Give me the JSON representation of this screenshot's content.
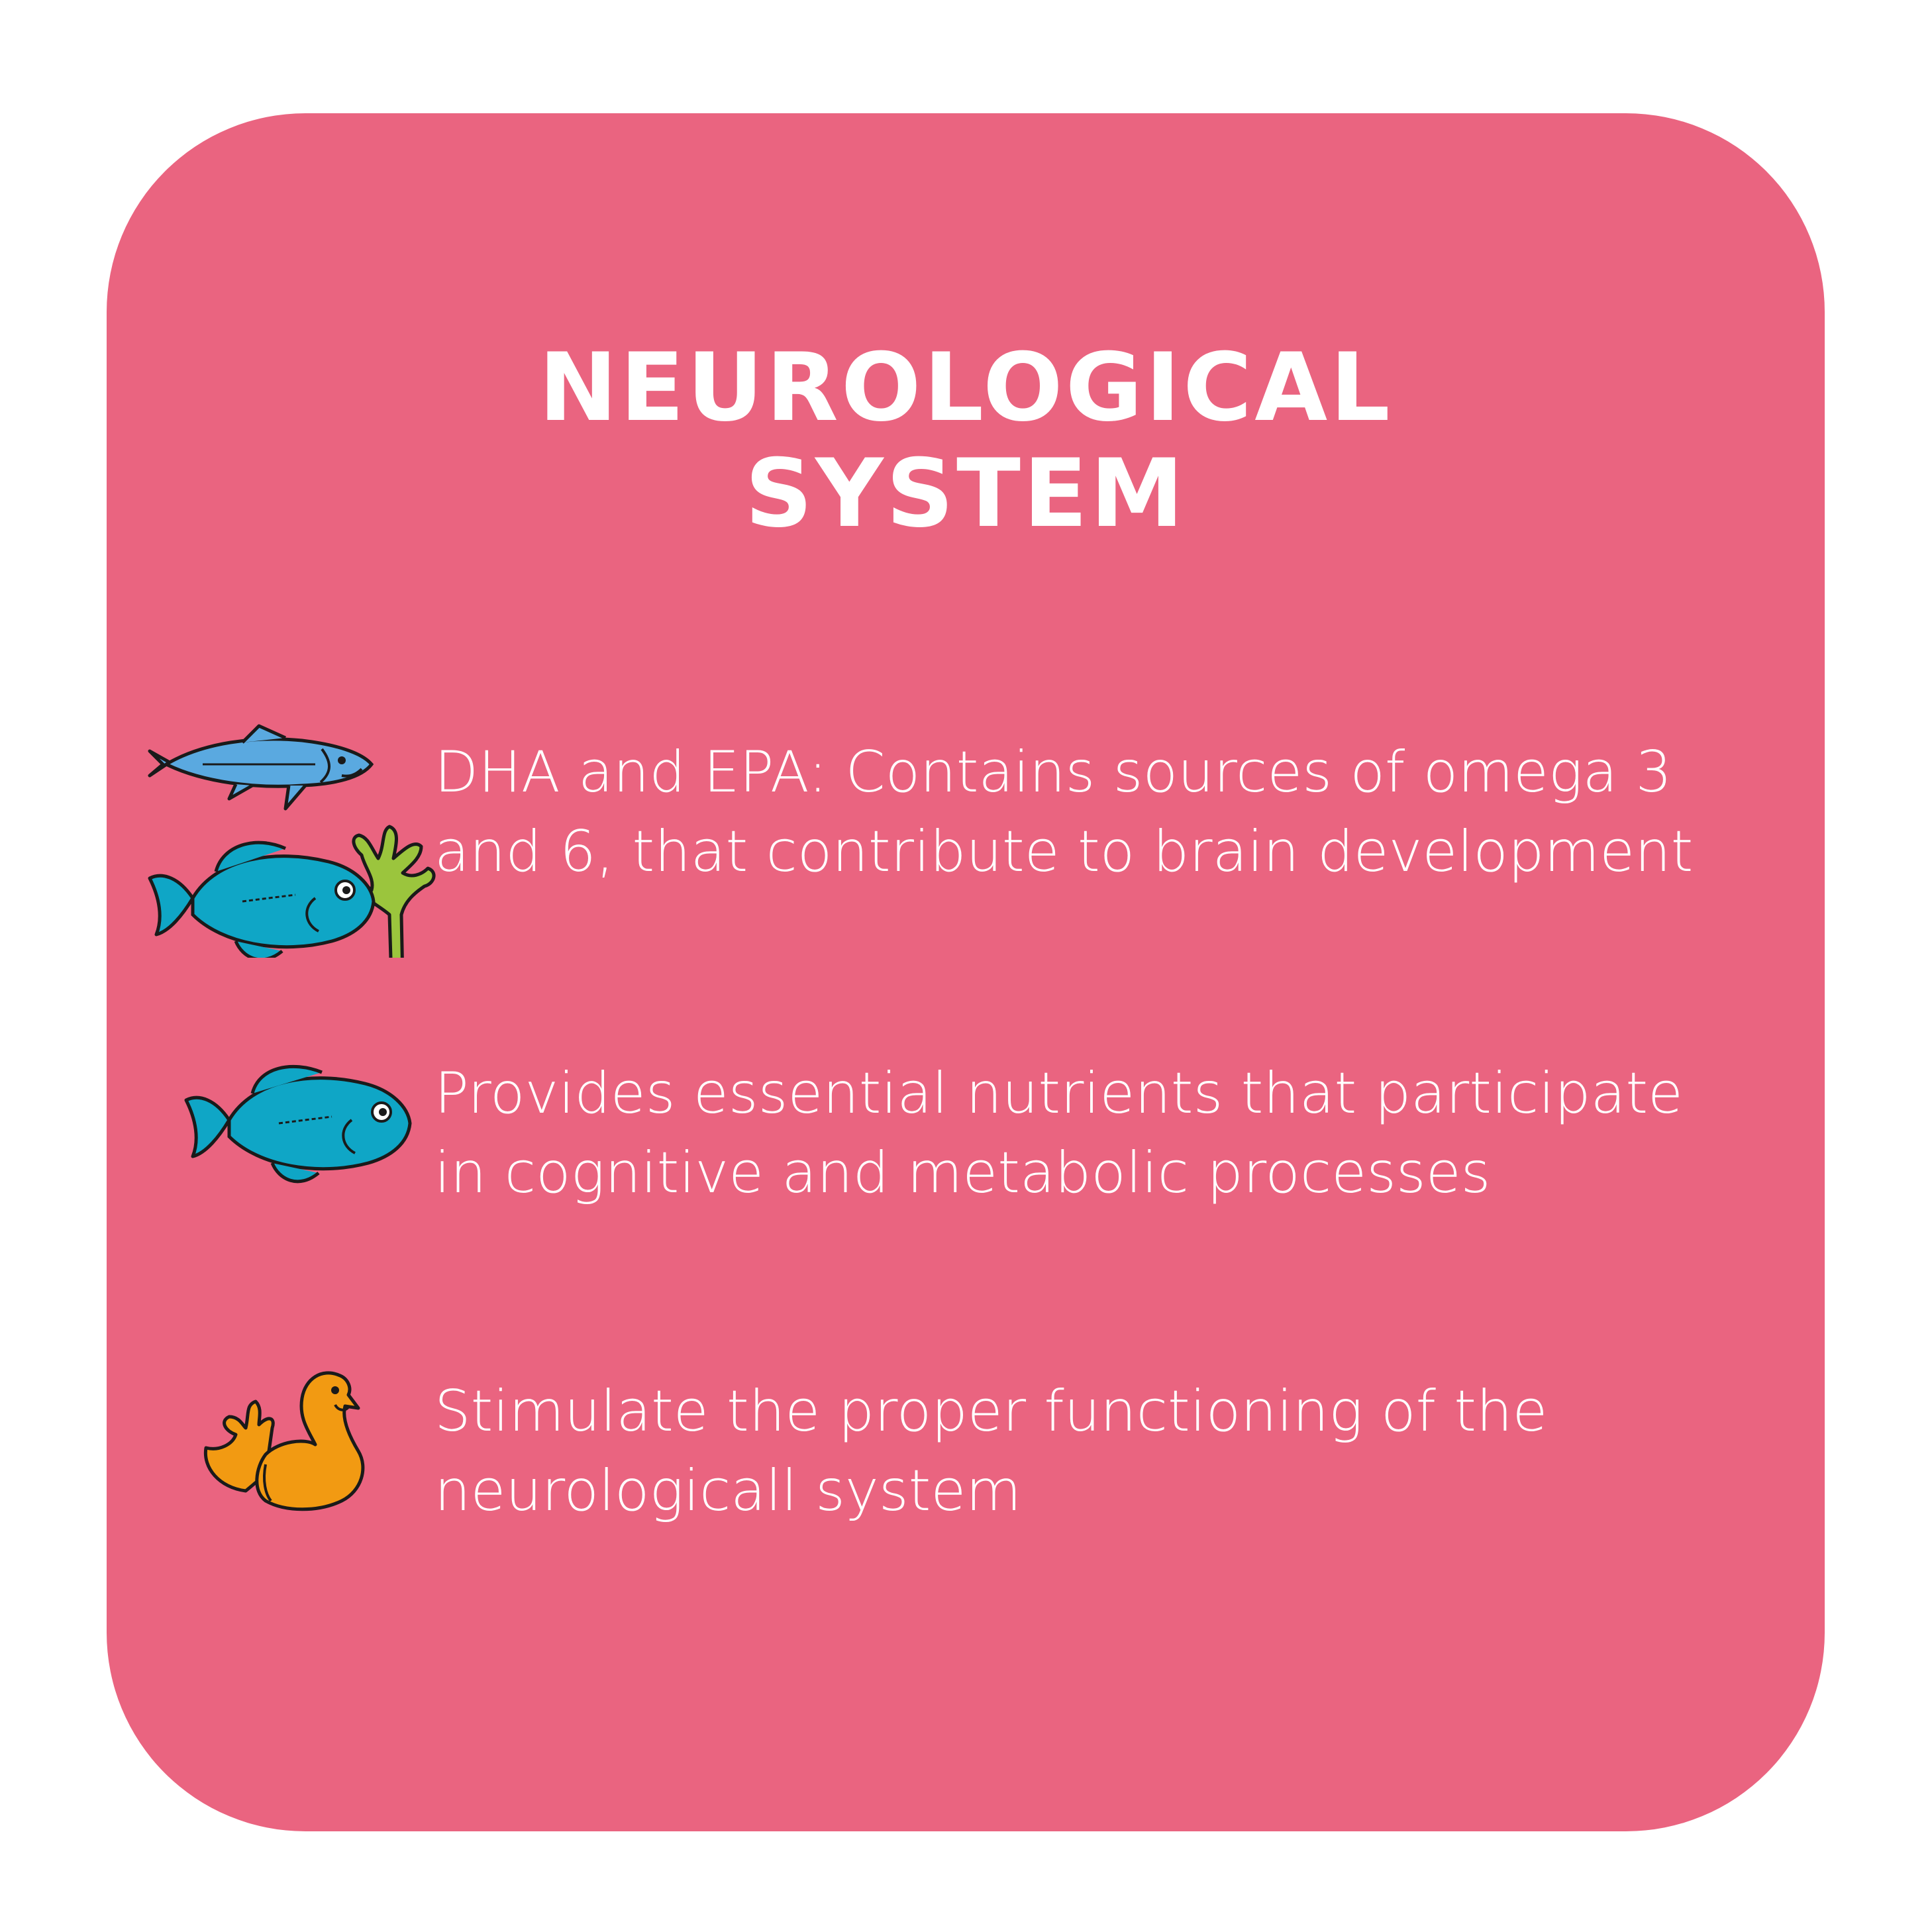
{
  "colors": {
    "card_background": "#ea6480",
    "text": "#ffffff",
    "fish_blue": "#5aa9e0",
    "fish_teal": "#0fa6c6",
    "seaweed_green": "#9bc53d",
    "duck_orange": "#f29a12",
    "outline": "#1a1a1a"
  },
  "header": {
    "title_line1": "NEUROLOGICAL",
    "title_line2": "SYSTEM"
  },
  "items": [
    {
      "icon": "fish-and-seaweed-icon",
      "line1": "DHA and EPA: Contains sources of omega 3",
      "line2": "and 6, that contribute to brain development"
    },
    {
      "icon": "fish-icon",
      "line1": "Provides essential nutrients that participate",
      "line2": "in cognitive and metabolic processes"
    },
    {
      "icon": "duck-icon",
      "line1": "Stimulate the proper functioning of the",
      "line2": "neurologicall system"
    }
  ]
}
